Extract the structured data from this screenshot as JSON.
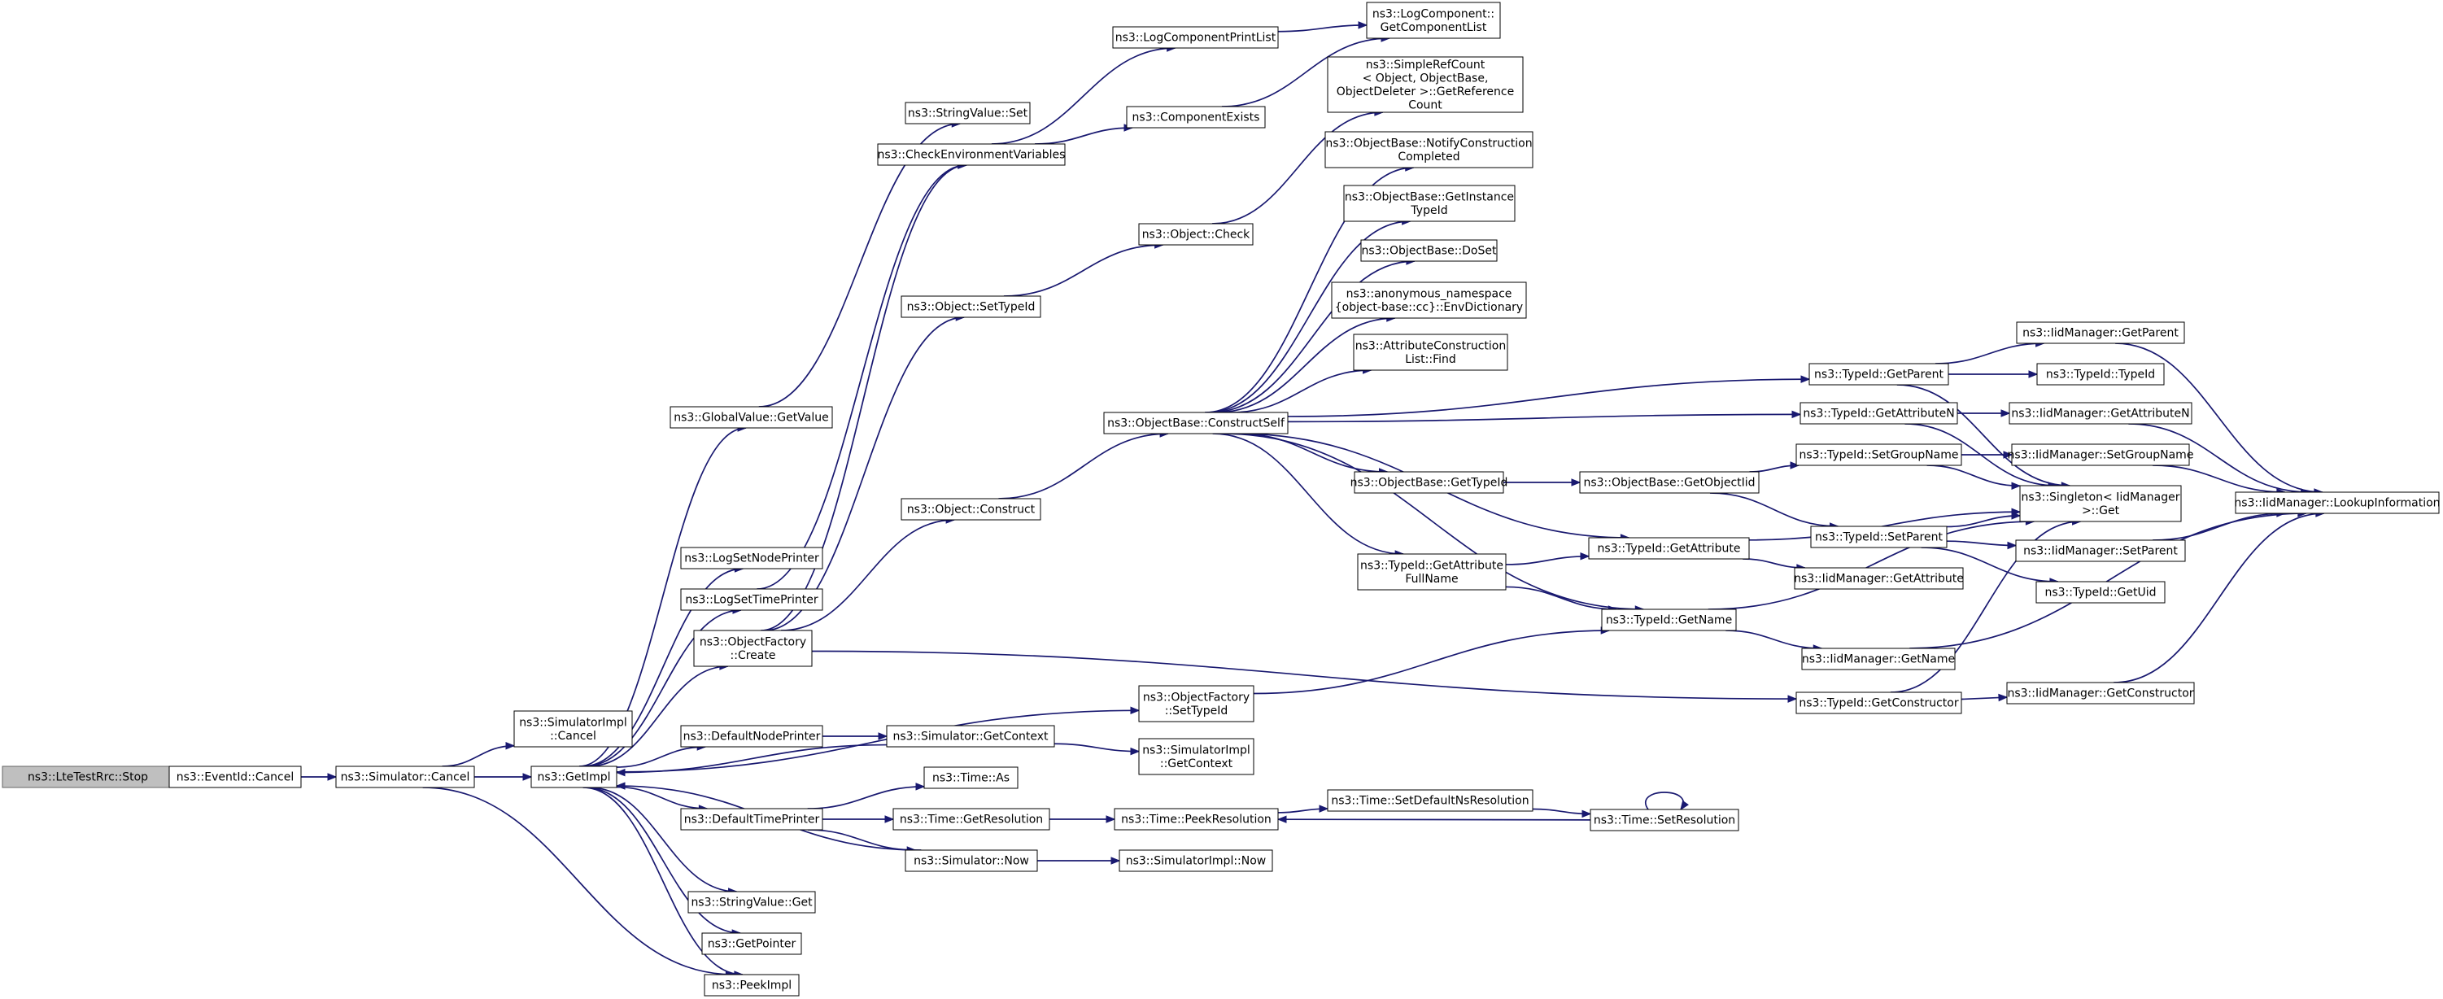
{
  "graph": {
    "title": "",
    "colors": {
      "edge": "#191970",
      "node_border": "#000000",
      "root_fill": "#bfbfbf",
      "node_fill": "#ffffff"
    },
    "nodes": [
      {
        "id": "stop",
        "lines": [
          "ns3::LteTestRrc::Stop"
        ],
        "root": true
      },
      {
        "id": "eventcancel",
        "lines": [
          "ns3::EventId::Cancel"
        ]
      },
      {
        "id": "simcancel",
        "lines": [
          "ns3::Simulator::Cancel"
        ]
      },
      {
        "id": "simimplcancel",
        "lines": [
          "ns3::SimulatorImpl",
          "::Cancel"
        ]
      },
      {
        "id": "getimpl",
        "lines": [
          "ns3::GetImpl"
        ]
      },
      {
        "id": "globalgetvalue",
        "lines": [
          "ns3::GlobalValue::GetValue"
        ]
      },
      {
        "id": "logsetnode",
        "lines": [
          "ns3::LogSetNodePrinter"
        ]
      },
      {
        "id": "logsettime",
        "lines": [
          "ns3::LogSetTimePrinter"
        ]
      },
      {
        "id": "objfactorycreate",
        "lines": [
          "ns3::ObjectFactory",
          "::Create"
        ]
      },
      {
        "id": "defaultnode",
        "lines": [
          "ns3::DefaultNodePrinter"
        ]
      },
      {
        "id": "defaulttime",
        "lines": [
          "ns3::DefaultTimePrinter"
        ]
      },
      {
        "id": "strget",
        "lines": [
          "ns3::StringValue::Get"
        ]
      },
      {
        "id": "getpointer",
        "lines": [
          "ns3::GetPointer"
        ]
      },
      {
        "id": "peekimpl",
        "lines": [
          "ns3::PeekImpl"
        ]
      },
      {
        "id": "strset",
        "lines": [
          "ns3::StringValue::Set"
        ]
      },
      {
        "id": "checkenv",
        "lines": [
          "ns3::CheckEnvironmentVariables"
        ]
      },
      {
        "id": "objsettypeid",
        "lines": [
          "ns3::Object::SetTypeId"
        ]
      },
      {
        "id": "objconstruct",
        "lines": [
          "ns3::Object::Construct"
        ]
      },
      {
        "id": "simgetcontext",
        "lines": [
          "ns3::Simulator::GetContext"
        ]
      },
      {
        "id": "timeas",
        "lines": [
          "ns3::Time::As"
        ]
      },
      {
        "id": "timegetres",
        "lines": [
          "ns3::Time::GetResolution"
        ]
      },
      {
        "id": "simnow",
        "lines": [
          "ns3::Simulator::Now"
        ]
      },
      {
        "id": "logcompprint",
        "lines": [
          "ns3::LogComponentPrintList"
        ]
      },
      {
        "id": "compexists",
        "lines": [
          "ns3::ComponentExists"
        ]
      },
      {
        "id": "objcheck",
        "lines": [
          "ns3::Object::Check"
        ]
      },
      {
        "id": "constructself",
        "lines": [
          "ns3::ObjectBase::ConstructSelf"
        ]
      },
      {
        "id": "ofsettypeid",
        "lines": [
          "ns3::ObjectFactory",
          "::SetTypeId"
        ]
      },
      {
        "id": "simimplgetcontext",
        "lines": [
          "ns3::SimulatorImpl",
          "::GetContext"
        ]
      },
      {
        "id": "timepeekres",
        "lines": [
          "ns3::Time::PeekResolution"
        ]
      },
      {
        "id": "simimplnow",
        "lines": [
          "ns3::SimulatorImpl::Now"
        ]
      },
      {
        "id": "logcompget",
        "lines": [
          "ns3::LogComponent::",
          "GetComponentList"
        ]
      },
      {
        "id": "simplerefcount",
        "lines": [
          "ns3::SimpleRefCount",
          "< Object, ObjectBase,",
          "ObjectDeleter >::GetReference",
          "Count"
        ]
      },
      {
        "id": "notifyconstruction",
        "lines": [
          "ns3::ObjectBase::NotifyConstruction",
          "Completed"
        ]
      },
      {
        "id": "getinstancetypeid",
        "lines": [
          "ns3::ObjectBase::GetInstance",
          "TypeId"
        ]
      },
      {
        "id": "doset",
        "lines": [
          "ns3::ObjectBase::DoSet"
        ]
      },
      {
        "id": "envdict",
        "lines": [
          "ns3::anonymous_namespace",
          "{object-base::cc}::EnvDictionary"
        ]
      },
      {
        "id": "attrconstructfind",
        "lines": [
          "ns3::AttributeConstruction",
          "List::Find"
        ]
      },
      {
        "id": "obgettypeid",
        "lines": [
          "ns3::ObjectBase::GetTypeId"
        ]
      },
      {
        "id": "getattrfullname",
        "lines": [
          "ns3::TypeId::GetAttribute",
          "FullName"
        ]
      },
      {
        "id": "timesetdefault",
        "lines": [
          "ns3::Time::SetDefaultNsResolution"
        ]
      },
      {
        "id": "getobjectiid",
        "lines": [
          "ns3::ObjectBase::GetObjectIid"
        ]
      },
      {
        "id": "tgetattribute",
        "lines": [
          "ns3::TypeId::GetAttribute"
        ]
      },
      {
        "id": "tgetname",
        "lines": [
          "ns3::TypeId::GetName"
        ]
      },
      {
        "id": "timesetres",
        "lines": [
          "ns3::Time::SetResolution"
        ]
      },
      {
        "id": "tgetparent",
        "lines": [
          "ns3::TypeId::GetParent"
        ]
      },
      {
        "id": "tgetattrn",
        "lines": [
          "ns3::TypeId::GetAttributeN"
        ]
      },
      {
        "id": "tsetgroupname",
        "lines": [
          "ns3::TypeId::SetGroupName"
        ]
      },
      {
        "id": "tsetparent",
        "lines": [
          "ns3::TypeId::SetParent"
        ]
      },
      {
        "id": "iidgetattribute",
        "lines": [
          "ns3::IidManager::GetAttribute"
        ]
      },
      {
        "id": "iidgetname",
        "lines": [
          "ns3::IidManager::GetName"
        ]
      },
      {
        "id": "tgetconstructor",
        "lines": [
          "ns3::TypeId::GetConstructor"
        ]
      },
      {
        "id": "iidgetparent",
        "lines": [
          "ns3::IidManager::GetParent"
        ]
      },
      {
        "id": "ttypeid",
        "lines": [
          "ns3::TypeId::TypeId"
        ]
      },
      {
        "id": "iidgetattrn",
        "lines": [
          "ns3::IidManager::GetAttributeN"
        ]
      },
      {
        "id": "iidsetgroupname",
        "lines": [
          "ns3::IidManager::SetGroupName"
        ]
      },
      {
        "id": "singletonget",
        "lines": [
          "ns3::Singleton< IidManager",
          "&gt;::Get"
        ]
      },
      {
        "id": "iidsetparent",
        "lines": [
          "ns3::IidManager::SetParent"
        ]
      },
      {
        "id": "tgetuid",
        "lines": [
          "ns3::TypeId::GetUid"
        ]
      },
      {
        "id": "iidgetconstructor",
        "lines": [
          "ns3::IidManager::GetConstructor"
        ]
      },
      {
        "id": "iidlookup",
        "lines": [
          "ns3::IidManager::LookupInformation"
        ]
      }
    ]
  }
}
